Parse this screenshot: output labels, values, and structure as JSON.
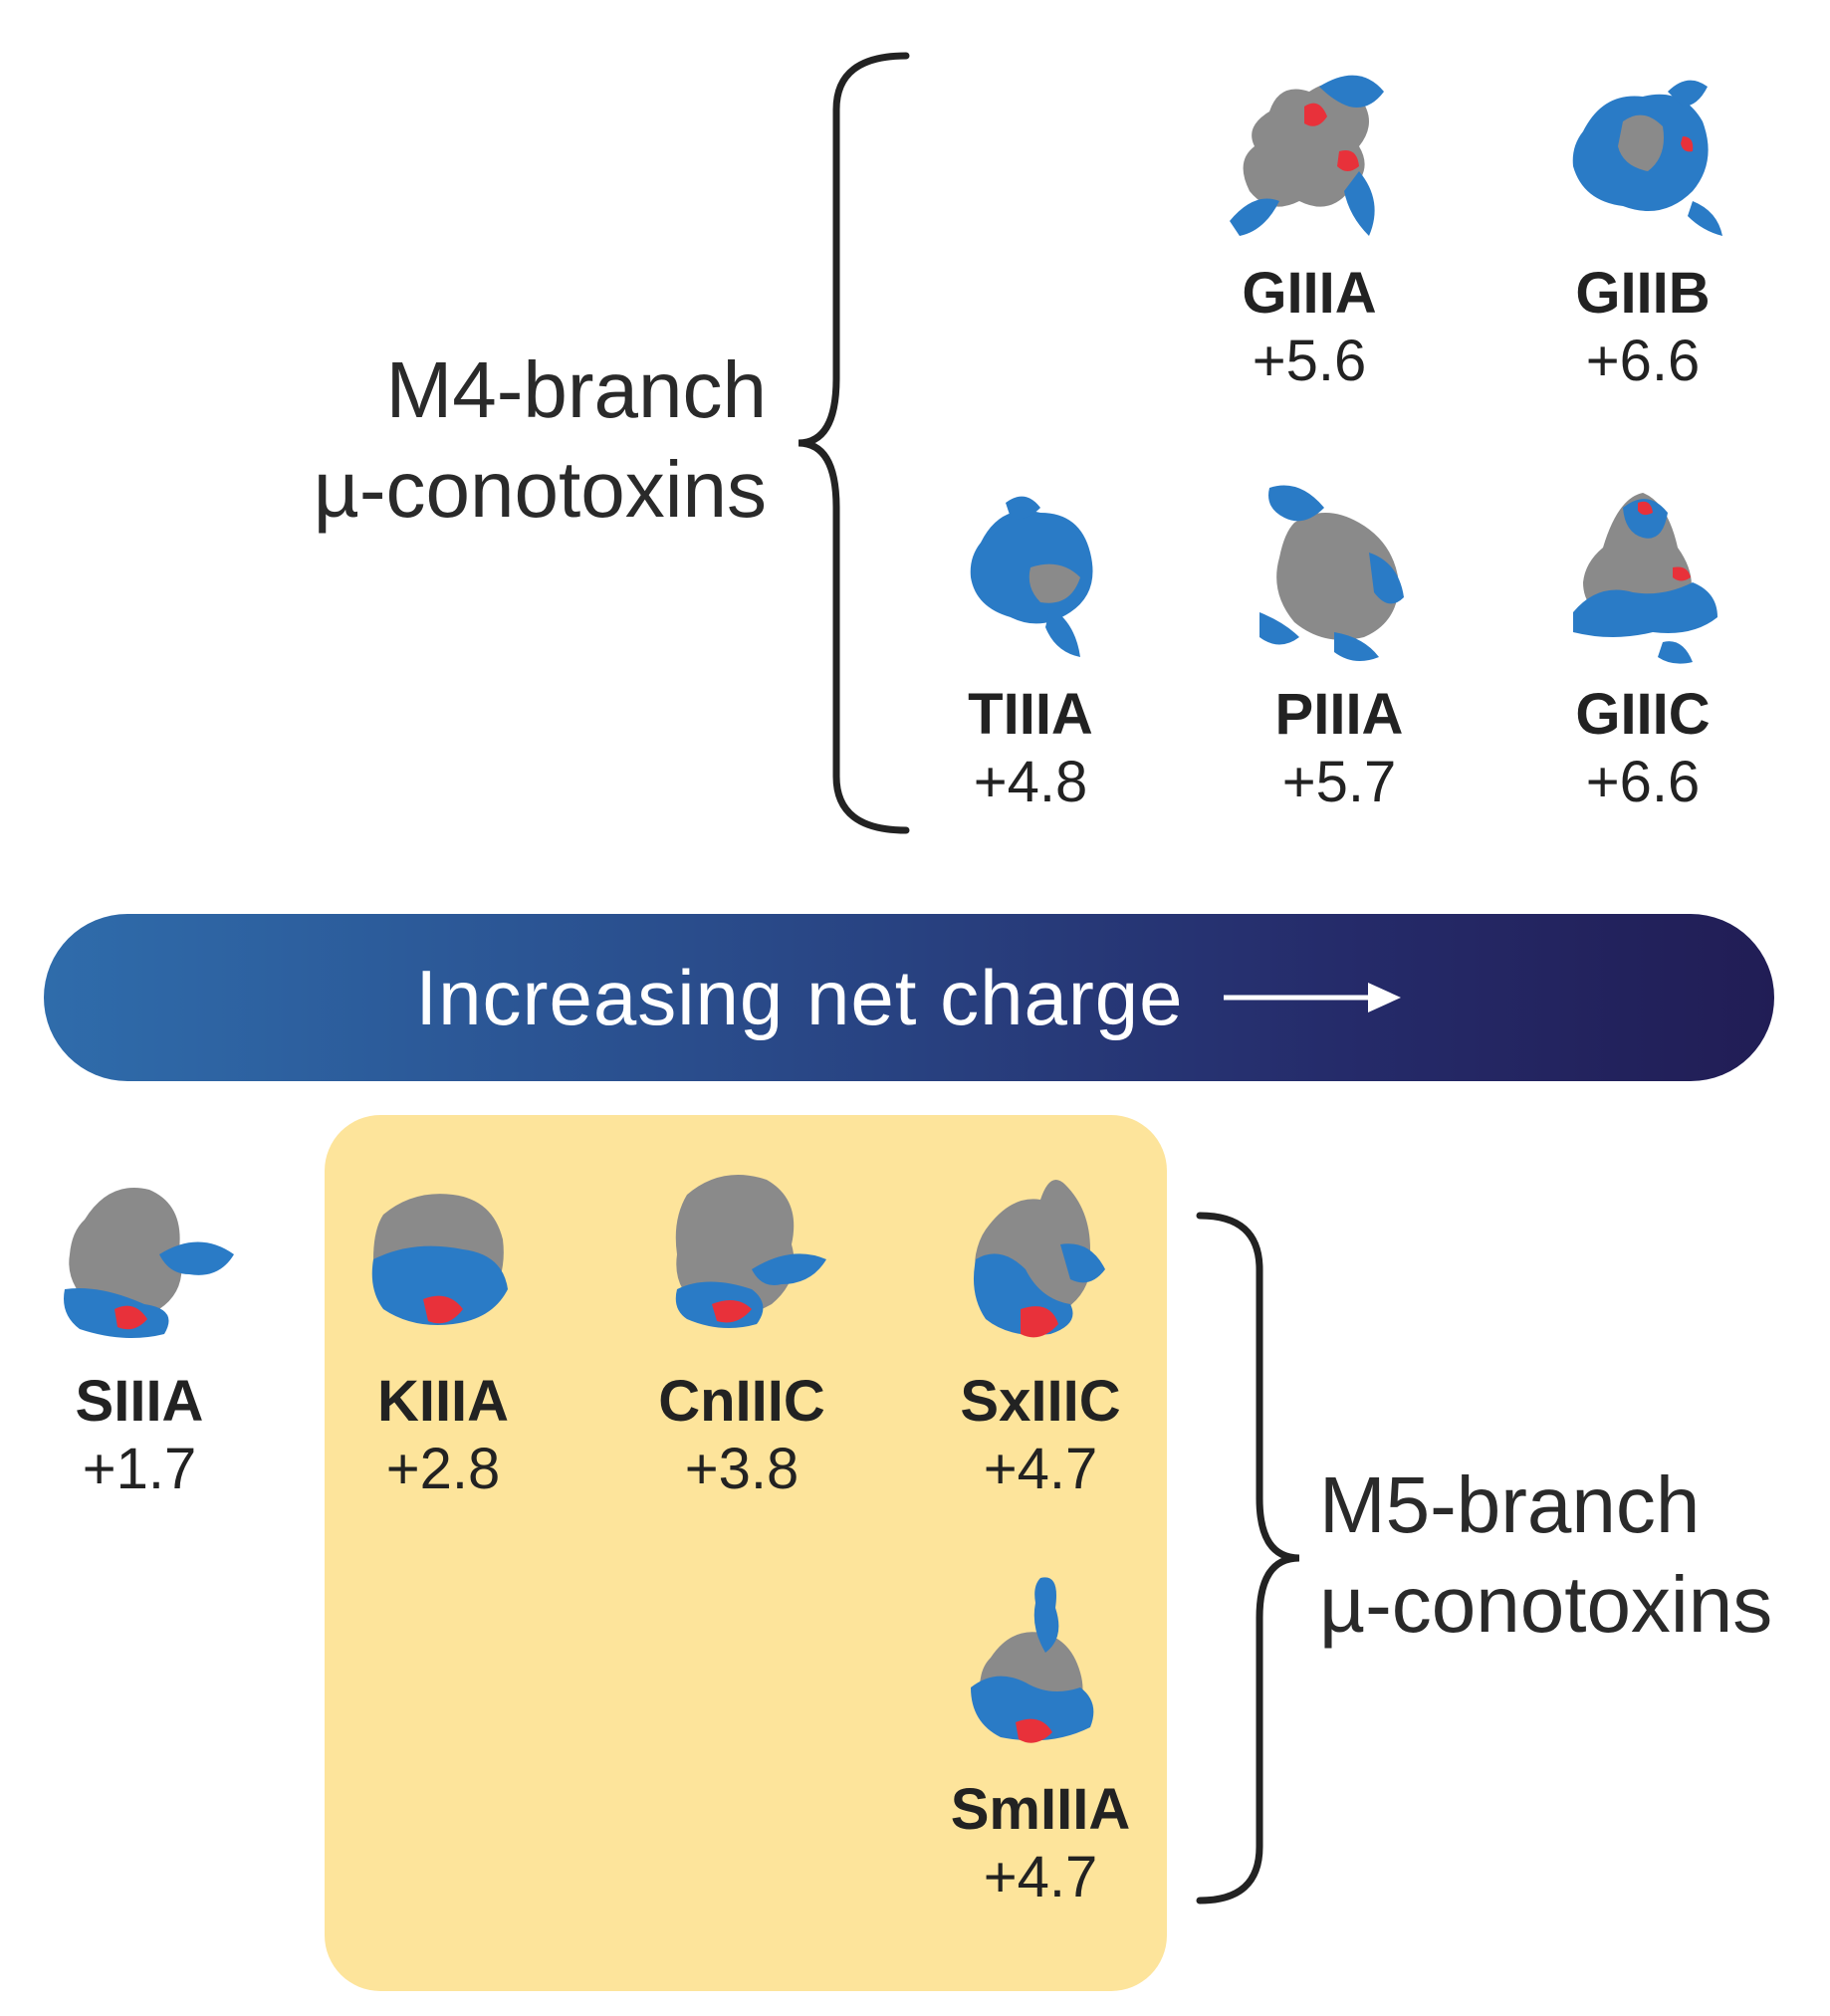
{
  "m4_group": {
    "line1": "M4-branch",
    "line2": "µ-conotoxins",
    "toxins": [
      {
        "name": "GIIIA",
        "charge": "+5.6"
      },
      {
        "name": "GIIIB",
        "charge": "+6.6"
      },
      {
        "name": "TIIIA",
        "charge": "+4.8"
      },
      {
        "name": "PIIIA",
        "charge": "+5.7"
      },
      {
        "name": "GIIIC",
        "charge": "+6.6"
      }
    ]
  },
  "charge_bar": {
    "label": "Increasing net charge",
    "arrow_icon": "right-arrow-icon"
  },
  "m5_group": {
    "line1": "M5-branch",
    "line2": "µ-conotoxins",
    "outside": {
      "name": "SIIIA",
      "charge": "+1.7"
    },
    "toxins": [
      {
        "name": "KIIIA",
        "charge": "+2.8"
      },
      {
        "name": "CnIIIC",
        "charge": "+3.8"
      },
      {
        "name": "SxIIIC",
        "charge": "+4.7"
      },
      {
        "name": "SmIIIA",
        "charge": "+4.7"
      }
    ]
  },
  "colors": {
    "basic_residue": "#2a7bc6",
    "acidic_residue": "#e8313a",
    "neutral_surface": "#8a8a8a",
    "highlight_box": "#fde49b",
    "bar_start": "#2f6cab",
    "bar_end": "#211d55"
  }
}
